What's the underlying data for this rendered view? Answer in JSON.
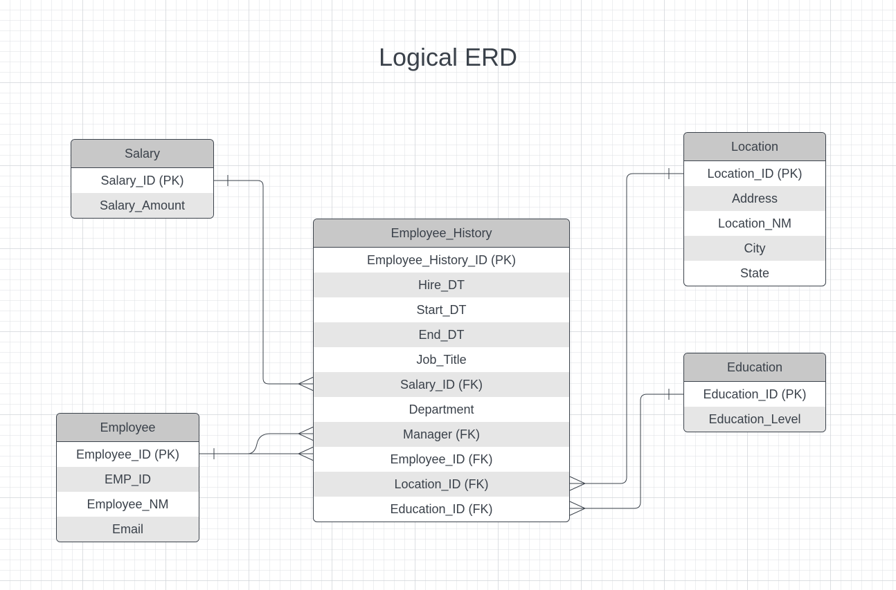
{
  "title": "Logical ERD",
  "colors": {
    "line": "#3a414a",
    "header": "#c8c8c8",
    "row_alt": "#e6e6e6"
  },
  "entities": {
    "salary": {
      "name": "Salary",
      "attributes": [
        "Salary_ID (PK)",
        "Salary_Amount"
      ]
    },
    "employee_history": {
      "name": "Employee_History",
      "attributes": [
        "Employee_History_ID (PK)",
        "Hire_DT",
        "Start_DT",
        "End_DT",
        "Job_Title",
        "Salary_ID (FK)",
        "Department",
        "Manager (FK)",
        "Employee_ID (FK)",
        "Location_ID (FK)",
        "Education_ID (FK)"
      ]
    },
    "location": {
      "name": "Location",
      "attributes": [
        "Location_ID (PK)",
        "Address",
        "Location_NM",
        "City",
        "State"
      ]
    },
    "education": {
      "name": "Education",
      "attributes": [
        "Education_ID (PK)",
        "Education_Level"
      ]
    },
    "employee": {
      "name": "Employee",
      "attributes": [
        "Employee_ID (PK)",
        "EMP_ID",
        "Employee_NM",
        "Email"
      ]
    }
  },
  "relationships": [
    {
      "from": "Salary.Salary_ID (PK)",
      "from_cardinality": "one",
      "to": "Employee_History.Salary_ID (FK)",
      "to_cardinality": "many"
    },
    {
      "from": "Employee.Employee_ID (PK)",
      "from_cardinality": "one",
      "to": "Employee_History.Manager (FK)",
      "to_cardinality": "many"
    },
    {
      "from": "Employee.Employee_ID (PK)",
      "from_cardinality": "one",
      "to": "Employee_History.Employee_ID (FK)",
      "to_cardinality": "many"
    },
    {
      "from": "Location.Location_ID (PK)",
      "from_cardinality": "one",
      "to": "Employee_History.Location_ID (FK)",
      "to_cardinality": "many"
    },
    {
      "from": "Education.Education_ID (PK)",
      "from_cardinality": "one",
      "to": "Employee_History.Education_ID (FK)",
      "to_cardinality": "many"
    }
  ]
}
